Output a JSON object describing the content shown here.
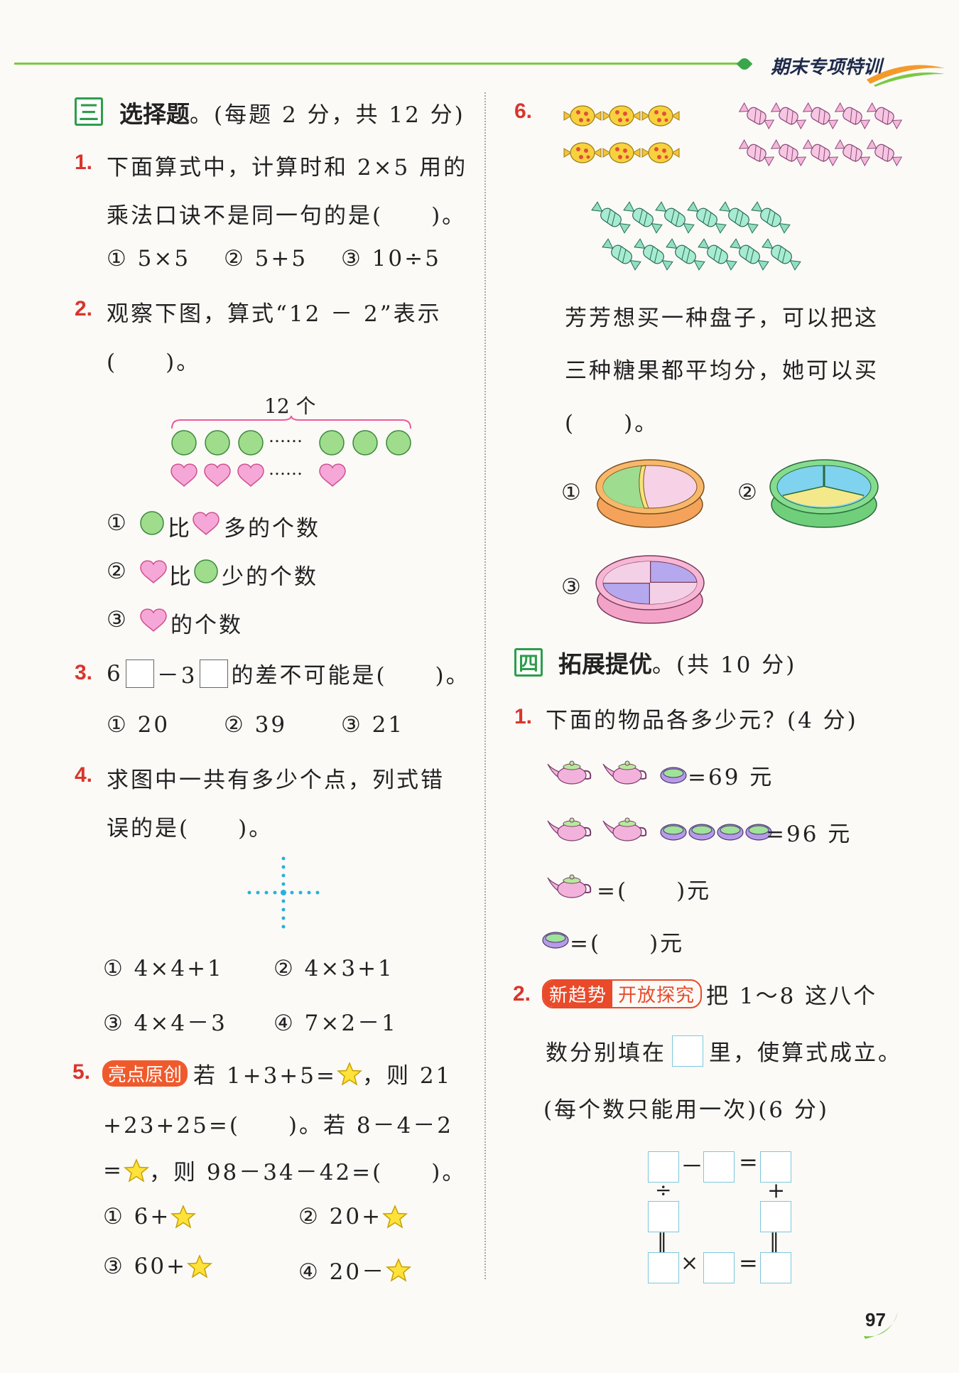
{
  "header": {
    "title": "期末专项特训"
  },
  "page_number": "97",
  "left": {
    "section3": {
      "icon": "三",
      "title": "选择题",
      "subtitle": "。(每题 2 分，共 12 分)",
      "q1": {
        "num": "1.",
        "line1": "下面算式中，计算时和 2×5 用的",
        "line2": "乘法口诀不是同一句的是(　　)。",
        "options": [
          "① 5×5",
          "② 5+5",
          "③ 10÷5"
        ]
      },
      "q2": {
        "num": "2.",
        "line1": "观察下图，算式“12 － 2”表示",
        "line2": "(　　)。",
        "figure_label": "12 个",
        "dots": "……",
        "opt1_prefix": "①",
        "opt1_mid": "比",
        "opt1_end": "多的个数",
        "opt2_prefix": "②",
        "opt2_mid": "比",
        "opt2_end": "少的个数",
        "opt3_prefix": "③",
        "opt3_end": "的个数"
      },
      "q3": {
        "num": "3.",
        "pre": "6",
        "mid": "－3",
        "post": "的差不可能是(　　)。",
        "options": [
          "① 20",
          "② 39",
          "③ 21"
        ]
      },
      "q4": {
        "num": "4.",
        "line1": "求图中一共有多少个点，列式错",
        "line2": "误的是(　　)。",
        "options": [
          "① 4×4+1",
          "② 4×3+1",
          "③ 4×4－3",
          "④ 7×2－1"
        ]
      },
      "q5": {
        "num": "5.",
        "tag": "亮点原创",
        "line1a": "若 1+3+5=",
        "line1b": "，则 21",
        "line2": "+23+25=(　　)。若 8－4－2",
        "line3a": "=",
        "line3b": "，则 98－34－42=(　　)。",
        "options": [
          "① 6+",
          "② 20+",
          "③ 60+",
          "④ 20－"
        ]
      }
    }
  },
  "right": {
    "q6": {
      "num": "6.",
      "line1": "芳芳想买一种盘子，可以把这",
      "line2": "三种糖果都平均分，她可以买",
      "line3": "(　　)。",
      "options": [
        "①",
        "②",
        "③"
      ]
    },
    "section4": {
      "icon": "四",
      "title": "拓展提优",
      "subtitle": "。(共 10 分)",
      "q1": {
        "num": "1.",
        "line": "下面的物品各多少元？(4 分)",
        "eq1": "=69 元",
        "eq2": "=96 元",
        "eq3": "=(　　)元",
        "eq4": "=(　　)元"
      },
      "q2": {
        "num": "2.",
        "tag_a": "新趋势",
        "tag_b": "开放探究",
        "line1": "把 1～8 这八个",
        "line2a": "数分别填在",
        "line2b": "里，使算式成立。",
        "line3": "(每个数只能用一次)(6 分)",
        "ops": {
          "minus": "－",
          "eq": "=",
          "div": "÷",
          "plus": "+",
          "par": "‖",
          "times": "×"
        }
      }
    }
  },
  "colors": {
    "accent_green": "#2e9d4a",
    "question_red": "#d9352c",
    "circle_green": "#9fdc8c",
    "heart_pink": "#f5a8d8",
    "star_yellow": "#ffe23a"
  }
}
